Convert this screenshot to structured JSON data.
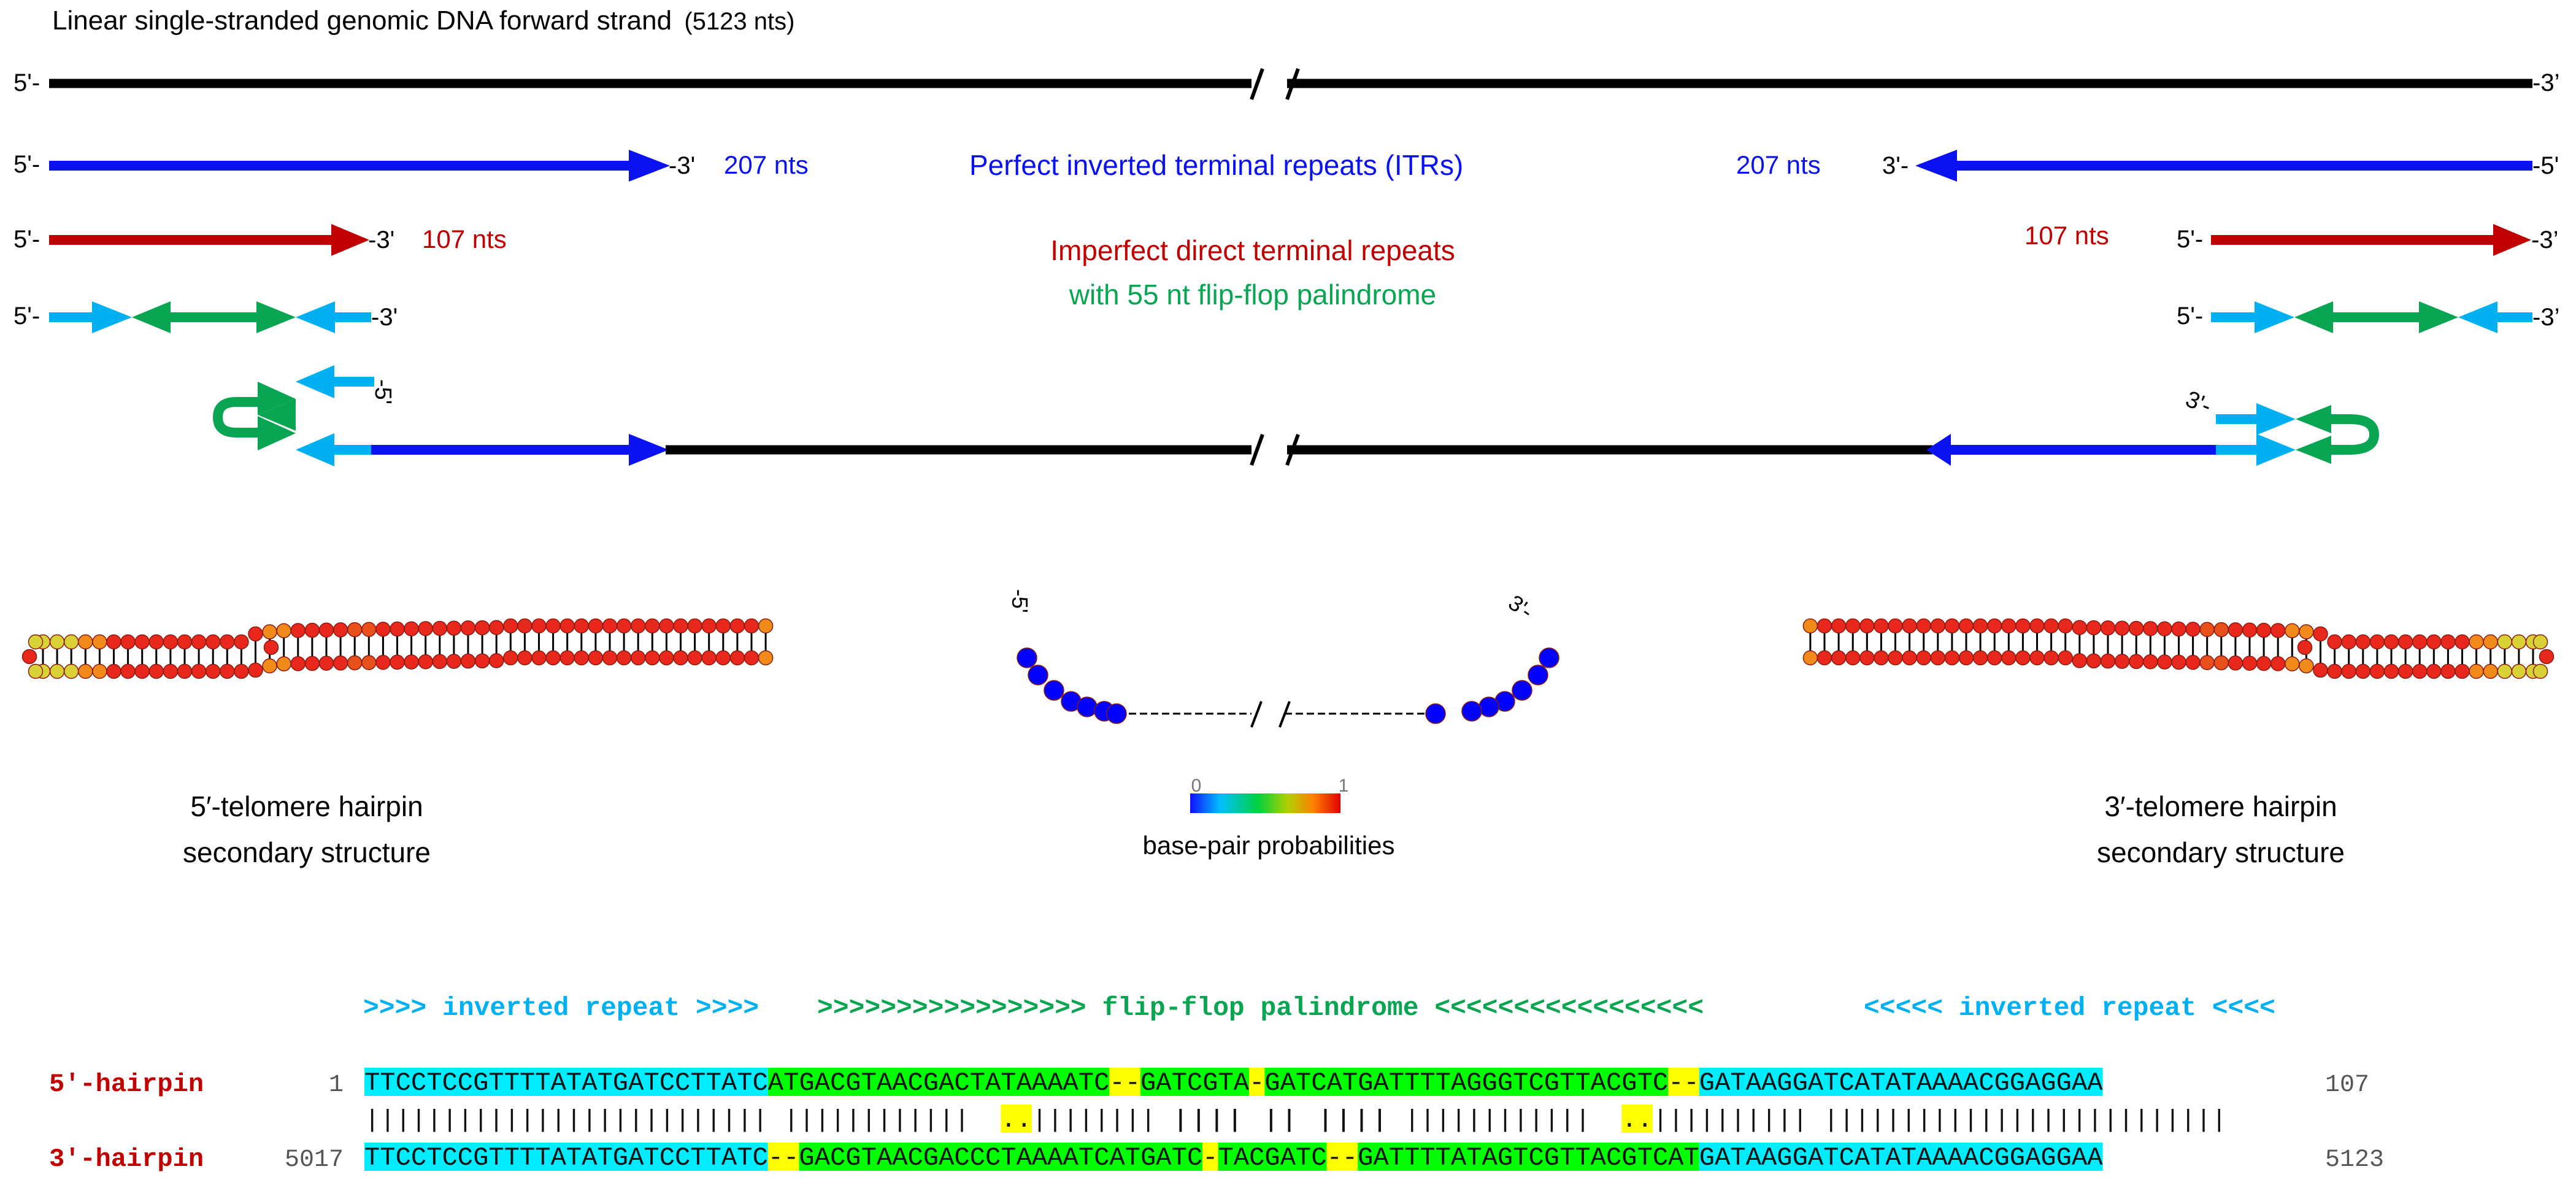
{
  "title": "Linear single-stranded genomic DNA forward strand",
  "title_len": "(5123 nts)",
  "five": "5'-",
  "three": "-3'",
  "three_alt": "-3’",
  "five_r": "-5'",
  "three_r": "3'-",
  "itr_len": "207 nts",
  "itr_label": "Perfect inverted terminal repeats (ITRs)",
  "dtr_len": "107 nts",
  "dtr_label1": "Imperfect direct terminal repeats",
  "dtr_label2": "with 55 nt flip-flop palindrome",
  "tel5_a": "5′-telomere hairpin",
  "tel5_b": "secondary structure",
  "tel3_a": "3′-telomere hairpin",
  "tel3_b": "secondary structure",
  "cb_min": "0",
  "cb_max": "1",
  "cb_label": "base-pair probabilities",
  "seq_h1": ">>>> inverted repeat >>>>",
  "seq_h2": ">>>>>>>>>>>>>>>>> flip-flop palindrome <<<<<<<<<<<<<<<<<",
  "seq_h3": "<<<<< inverted repeat <<<<",
  "row1_name": "5′-hairpin",
  "row1_start": "1",
  "row1_end": "107",
  "row1_s1": "TTCCTCCGTTTTATATGATCCTTATC",
  "row1_s2": "ATGACGTAACGACTATAAAATC",
  "row1_s3": "--",
  "row1_s4": "GATCGTA",
  "row1_s5": "-",
  "row1_s6": "GATCATGATTTTAGGGTCGTTACGTC",
  "row1_s7": "--",
  "row1_s8": "GATAAGGATCATATAAAACGGAGGAA",
  "mid_s1": "||||||||||||||||||||||||||",
  "mid_s2": "||||||||||||",
  "mid_s3": "..",
  "mid_s4": "||||||||",
  "mid_s5": "||||  ||  ||||",
  "mid_s6": "||||||||||||",
  "mid_s7": "..",
  "mid_s8": "||||||||||",
  "mid_s9": "||||||||||||||||||||||||||",
  "row2_name": "3′-hairpin",
  "row2_start": "5017",
  "row2_end": "5123",
  "row2_s1": "TTCCTCCGTTTTATATGATCCTTATC",
  "row2_s2": "--",
  "row2_s3": "GACGTAACGACCCTAAAATCATGATC",
  "row2_s4": "-",
  "row2_s5": "TACGATC",
  "row2_s6": "--",
  "row2_s7": "GATTTTATAGTCGTTACGTCAT",
  "row2_s8": "GATAAGGATCATATAAAACGGAGGAA",
  "colors": {
    "black": "#000000",
    "blue": "#0a12f0",
    "red": "#c00000",
    "green": "#0aa552",
    "cyan": "#00b0f0",
    "seq_cyan": "#00ecff",
    "seq_green": "#00ff00",
    "seq_yellow": "#ffff00",
    "node_red": "#e8281c",
    "node_orange": "#f08a1a",
    "node_yellow": "#d8d236",
    "node_blue": "#0000ff"
  }
}
